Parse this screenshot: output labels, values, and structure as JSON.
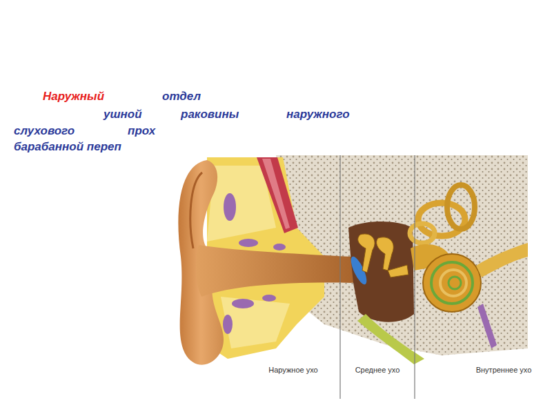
{
  "diagram": {
    "labels": [
      "Наружный",
      "отдел",
      "ушной",
      "раковины",
      "наружного",
      "слухового",
      "прох",
      "барабанной переп",
      "Наружное ухо",
      "Среднее ухо",
      "Внутреннее ухо"
    ]
  }
}
